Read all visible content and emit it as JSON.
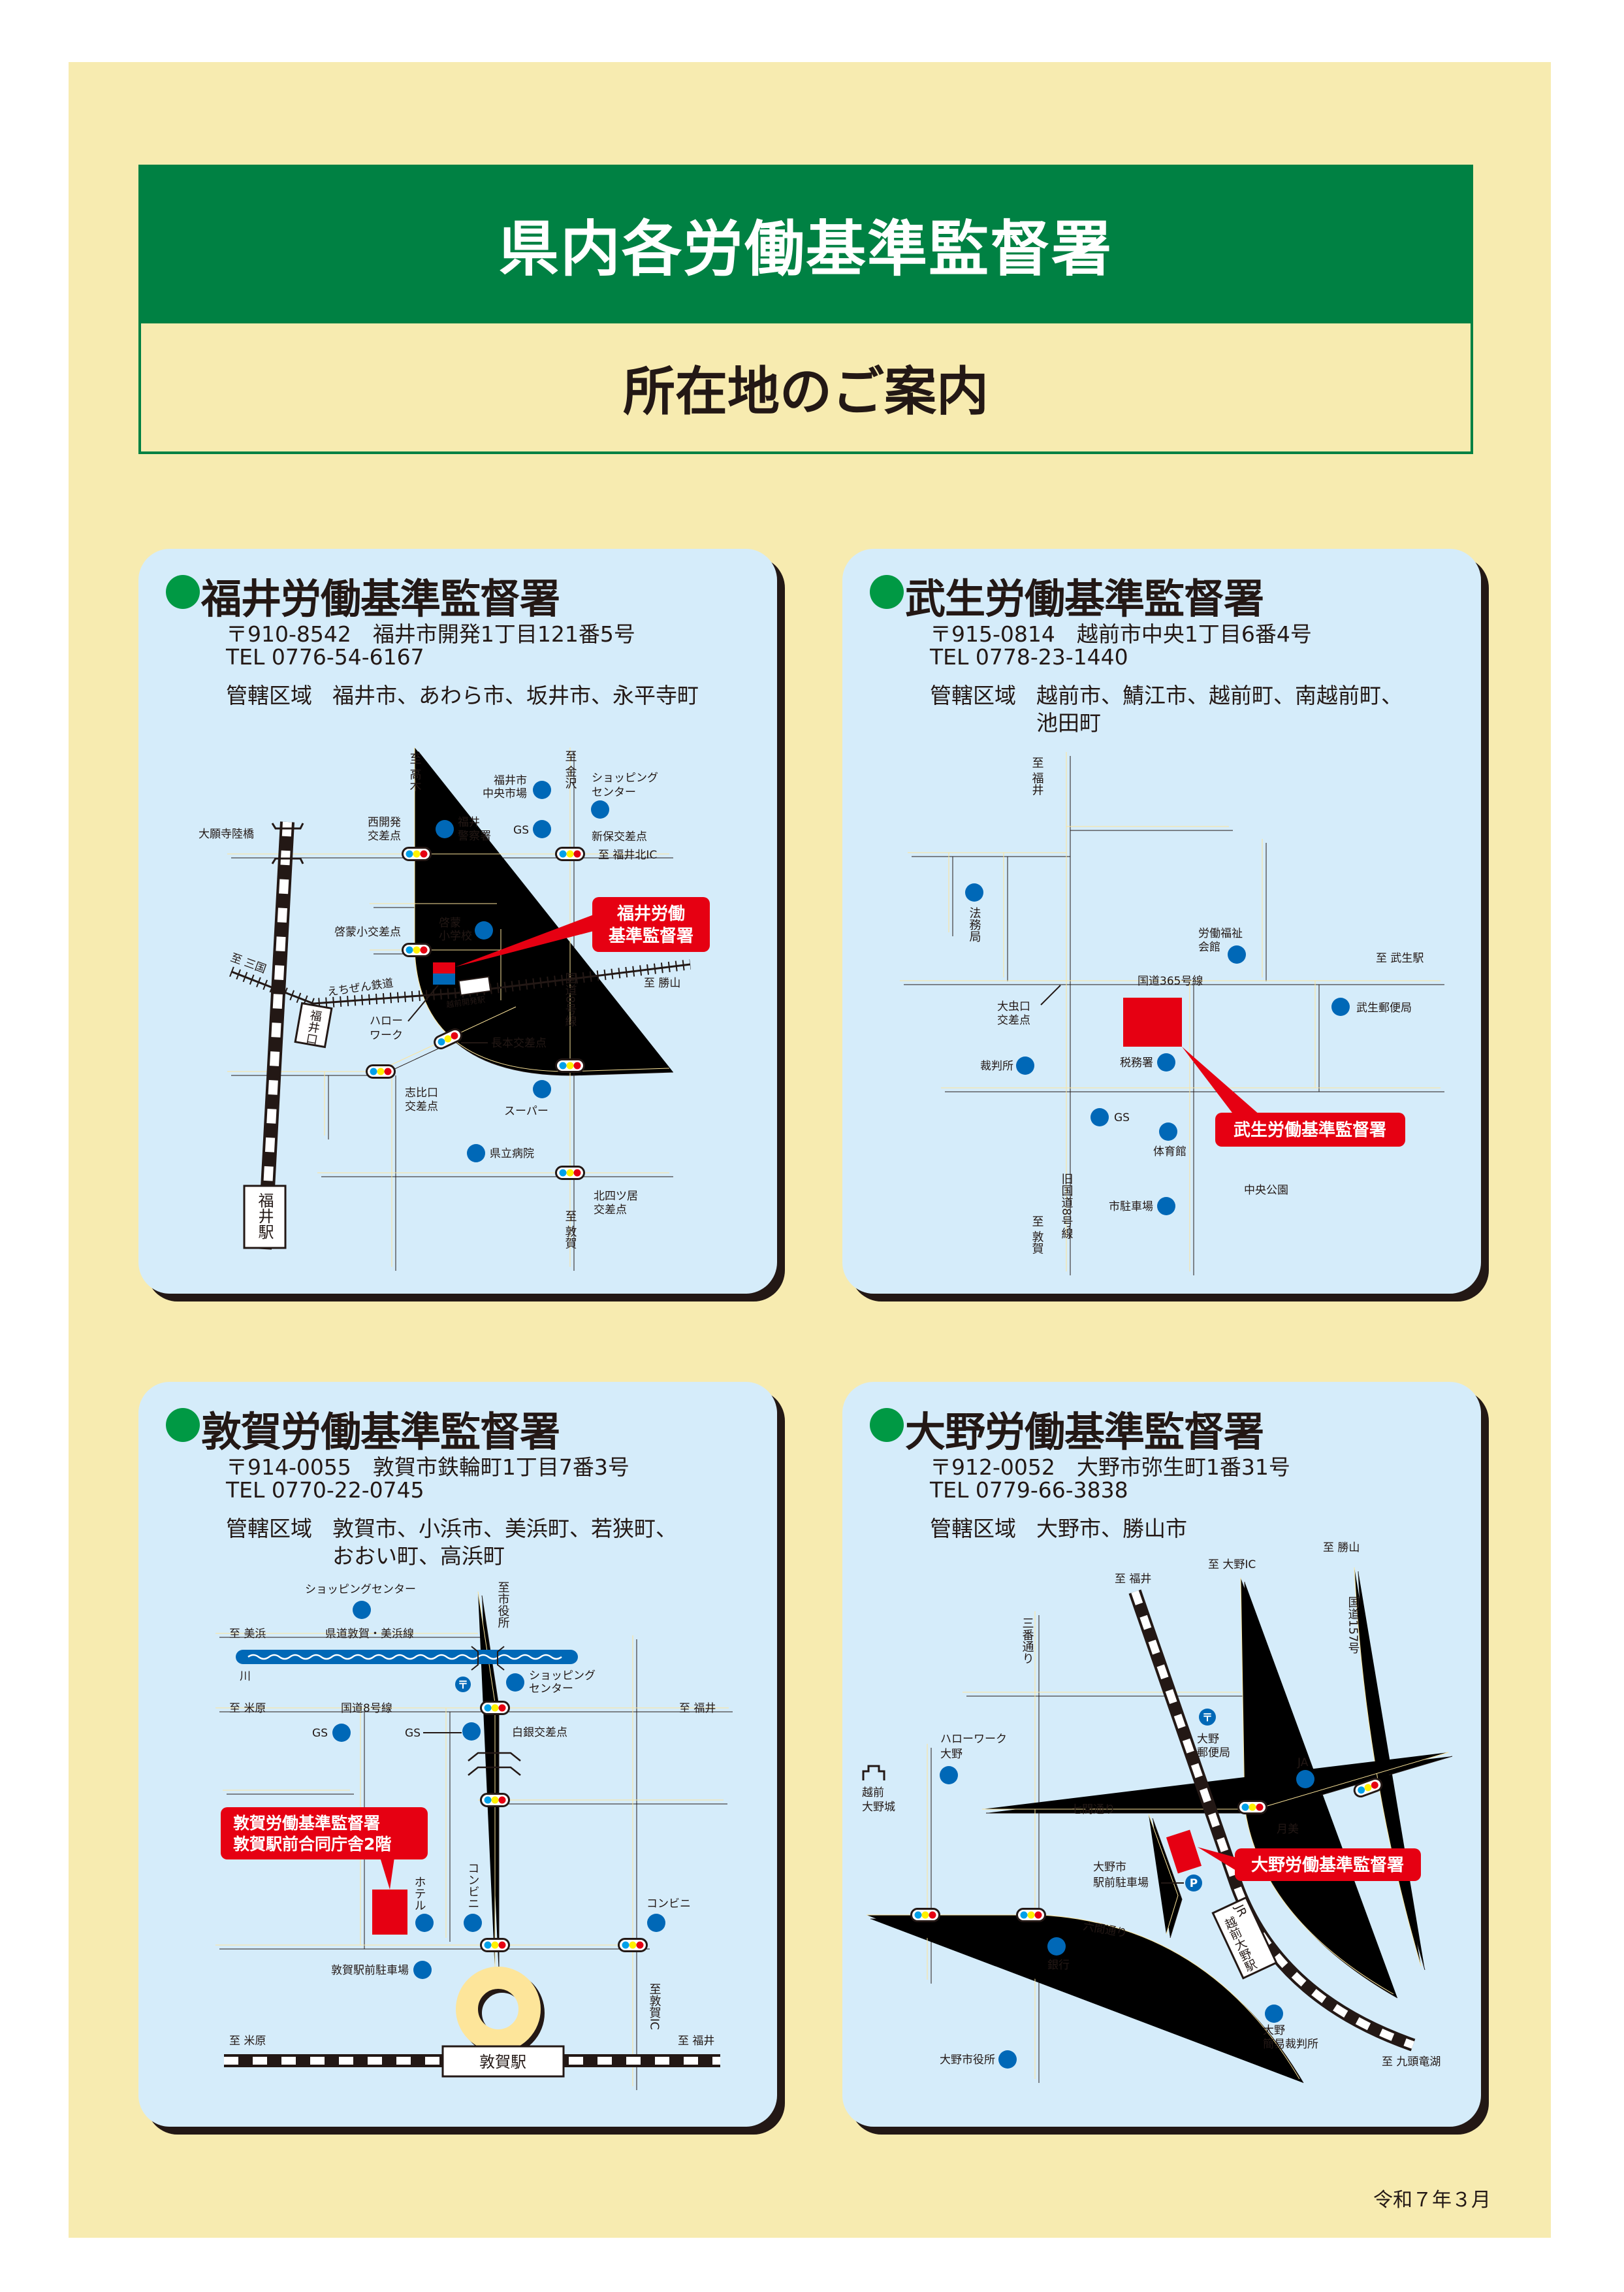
{
  "header": {
    "title": "県内各労働基準監督署",
    "subtitle": "所在地のご案内"
  },
  "offices": [
    {
      "name": "福井労働基準監督署",
      "postal_address": "〒910-8542　福井市開発1丁目121番5号",
      "tel": "TEL 0776-54-6167",
      "jurisdiction_label": "管轄区域",
      "jurisdiction": [
        "福井市、あわら市、坂井市、永平寺町"
      ],
      "map": {
        "to_takagi": "至 高木",
        "to_kanazawa": "至 金沢",
        "market": [
          "福井市",
          "中央市場"
        ],
        "shopping": [
          "ショッピング",
          "センター"
        ],
        "nishikaihatsu": [
          "西開発",
          "交差点"
        ],
        "police": [
          "福井",
          "警察署"
        ],
        "gs": "GS",
        "shinbo": "新保交差点",
        "daiganji": "大願寺陸橋",
        "to_fukuikita": "至 福井北IC",
        "keimou_cross": "啓蒙小交差点",
        "keimou_school": [
          "啓蒙",
          "小学校"
        ],
        "to_mikuni": "至 三国",
        "echizen_rail": "えちぜん鉄道",
        "hellowork": [
          "ハロー",
          "ワーク"
        ],
        "kaihatsu_station": "越前開発駅",
        "route8": "国道8号線",
        "to_katsuyama": "至 勝山",
        "osamoto": "長本交差点",
        "shiiguchi": [
          "志比口",
          "交差点"
        ],
        "super": "スーパー",
        "hospital": "県立病院",
        "kitayotsui": [
          "北四ツ居",
          "交差点"
        ],
        "to_tsuruga": "至 敦賀",
        "fukuiguchi": "福井口",
        "fukui_station": "福井駅",
        "callout": [
          "福井労働",
          "基準監督署"
        ]
      }
    },
    {
      "name": "武生労働基準監督署",
      "postal_address": "〒915-0814　越前市中央1丁目6番4号",
      "tel": "TEL 0778-23-1440",
      "jurisdiction_label": "管轄区域",
      "jurisdiction": [
        "越前市、鯖江市、越前町、南越前町、",
        "池田町"
      ],
      "map": {
        "to_fukui": "至 福井",
        "homu": "法務局",
        "rofuku": [
          "労働福祉",
          "会館"
        ],
        "to_takefu_station": "至 武生駅",
        "route365": "国道365号線",
        "omushi": [
          "大虫口",
          "交差点"
        ],
        "post": "武生郵便局",
        "court": "裁判所",
        "tax": "税務署",
        "gs": "GS",
        "gym": "体育館",
        "park": "中央公園",
        "parking": "市駐車場",
        "old_route8": "旧国道8号線",
        "to_tsuruga": "至 敦賀",
        "callout": "武生労働基準監督署"
      }
    },
    {
      "name": "敦賀労働基準監督署",
      "postal_address": "〒914-0055　敦賀市鉄輪町1丁目7番3号",
      "tel": "TEL 0770-22-0745",
      "jurisdiction_label": "管轄区域",
      "jurisdiction": [
        "敦賀市、小浜市、美浜町、若狭町、",
        "おおい町、高浜町"
      ],
      "map": {
        "shopping1": "ショッピングセンター",
        "to_mihama": "至 美浜",
        "prefroad": "県道敦賀・美浜線",
        "river": "川",
        "to_cityhall": "至市役所",
        "shopping2": [
          "ショッピング",
          "センター"
        ],
        "post_symbol": "〒",
        "to_maibara": "至 米原",
        "route8": "国道8号線",
        "to_fukui": "至 福井",
        "gs1": "GS",
        "gs2": "GS",
        "shirogane": "白銀交差点",
        "hotel": "ホテル",
        "conv1": "コンビニ",
        "conv2": "コンビニ",
        "parking": "敦賀駅前駐車場",
        "to_ic": "至敦賀IC",
        "to_maibara2": "至 米原",
        "to_fukui2": "至 福井",
        "station": "敦賀駅",
        "callout": [
          "敦賀労働基準監督署",
          "敦賀駅前合同庁舎2階"
        ]
      }
    },
    {
      "name": "大野労働基準監督署",
      "postal_address": "〒912-0052　大野市弥生町1番31号",
      "tel": "TEL 0779-66-3838",
      "jurisdiction_label": "管轄区域",
      "jurisdiction": [
        "大野市、勝山市"
      ],
      "map": {
        "to_katsuyama": "至 勝山",
        "to_ohno_ic": "至 大野IC",
        "to_fukui": "至 福井",
        "sanban": "三番通り",
        "route157": "国道157号",
        "post": [
          "大野",
          "郵便局"
        ],
        "post_symbol": "〒",
        "hellowork": [
          "ハローワーク",
          "大野"
        ],
        "castle": [
          "越前",
          "大野城"
        ],
        "ja": "JA",
        "shichiken": "七間通り",
        "tsukimi": "月美",
        "parking": [
          "大野市",
          "駅前駐車場"
        ],
        "parking_symbol": "P",
        "rokken": "六間通り",
        "bank": "銀行",
        "court": [
          "大野",
          "簡易裁判所"
        ],
        "cityhall": "大野市役所",
        "to_kuzuryu": "至 九頭竜湖",
        "station": [
          "JR",
          "越前大野駅"
        ],
        "callout": "大野労働基準監督署"
      }
    }
  ],
  "colors": {
    "brand_green": "#008143",
    "bullet_green": "#009944",
    "callout_red": "#e60012",
    "poi_blue": "#0068b7",
    "road": "#fde59a",
    "card": "#d5ecfa",
    "sheet": "#f7ebb0"
  },
  "footer": {
    "date": "令和７年３月"
  }
}
